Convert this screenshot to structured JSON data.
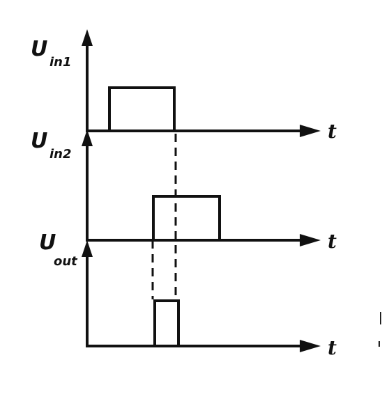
{
  "axes": [
    {
      "label_main": "U",
      "label_sub": "in1",
      "t_label": "t"
    },
    {
      "label_main": "U",
      "label_sub": "in2",
      "t_label": "t"
    },
    {
      "label_main": "U",
      "label_sub": "out",
      "t_label": "t"
    }
  ],
  "colors": {
    "ink": "#111111",
    "background": "#ffffff"
  }
}
